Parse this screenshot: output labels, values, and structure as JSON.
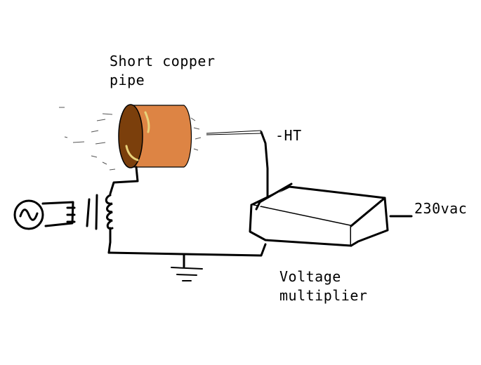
{
  "labels": {
    "pipe_line1": "Short copper",
    "pipe_line2": "pipe",
    "minus_ht": "-HT",
    "mains": "230vac",
    "multiplier_line1": "Voltage",
    "multiplier_line2": "multiplier"
  },
  "colors": {
    "ink": "#000000",
    "copper_outer": "#dd8444",
    "copper_inner": "#7b3f0c",
    "highlight": "#e8d27a",
    "spark": "#555555"
  },
  "icons": {
    "source": "ac-source-icon",
    "ground": "ground-icon",
    "coil": "transformer-coil-icon"
  }
}
